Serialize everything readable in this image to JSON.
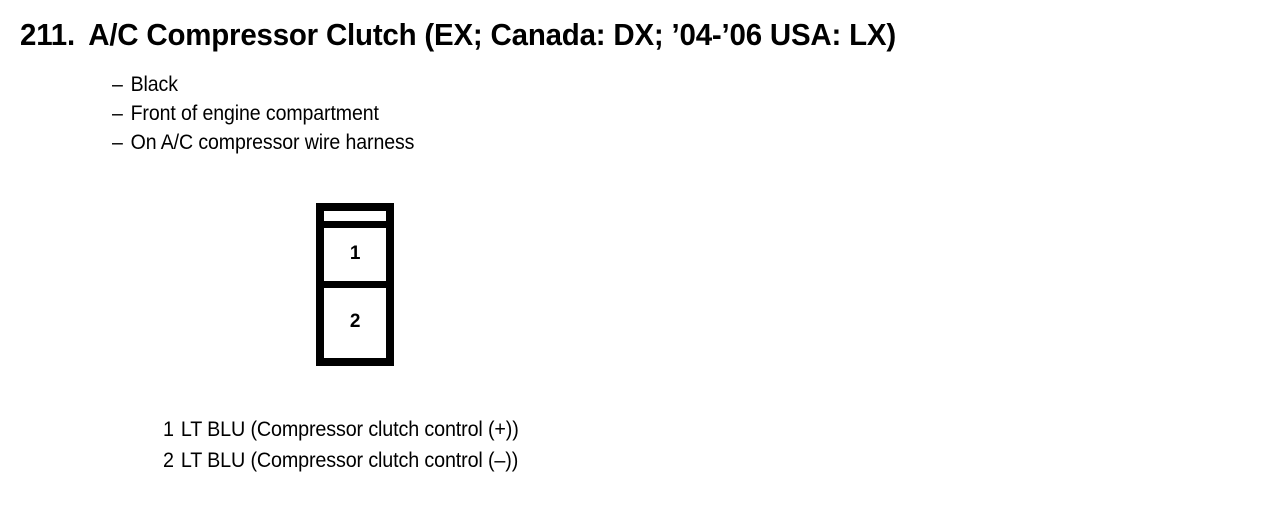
{
  "page": {
    "background_color": "#ffffff",
    "text_color": "#000000"
  },
  "heading": {
    "number": "211.",
    "title": "A/C Compressor Clutch (EX; Canada: DX; ’04-’06 USA: LX)"
  },
  "attributes": {
    "dash": "–",
    "items": [
      {
        "text": "Black"
      },
      {
        "text": "Front of engine compartment"
      },
      {
        "text": "On A/C compressor wire harness"
      }
    ]
  },
  "connector": {
    "outline_color": "#000000",
    "fill_color": "#ffffff",
    "cavities": [
      {
        "label": "1"
      },
      {
        "label": "2"
      }
    ]
  },
  "pin_legend": {
    "rows": [
      {
        "pin": "1",
        "description": "LT BLU (Compressor clutch control (+))"
      },
      {
        "pin": "2",
        "description": "LT BLU (Compressor clutch control (–))"
      }
    ]
  }
}
